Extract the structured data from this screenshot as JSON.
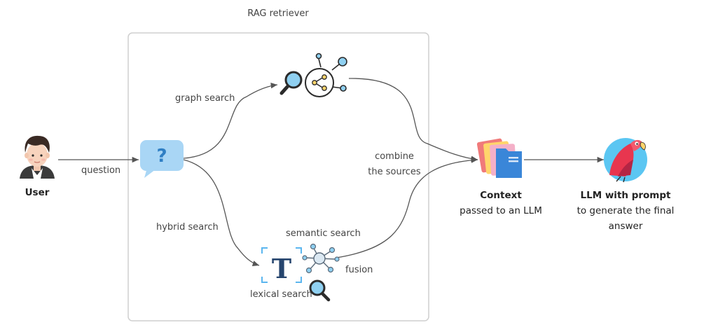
{
  "retriever_title": "RAG retriever",
  "nodes": {
    "user": "User",
    "context_line1": "Context",
    "context_line2": "passed to an LLM",
    "llm_line1": "LLM with prompt",
    "llm_line2": "to generate the final answer",
    "question_mark": "?",
    "lexical_letter": "T"
  },
  "edges": {
    "question": "question",
    "graph_search": "graph search",
    "hybrid_search": "hybrid search",
    "combine_line1": "combine",
    "combine_line2": "the sources",
    "semantic_search": "semantic search",
    "lexical_search": "lexical search",
    "fusion": "fusion"
  },
  "icons": [
    "person-avatar-icon",
    "question-bubble-icon",
    "graph-network-icon",
    "magnifier-icon",
    "text-t-icon",
    "embedding-hub-icon",
    "folders-icon",
    "parrot-icon"
  ],
  "colors": {
    "box_border": "#cfcfcf",
    "arrow": "#555555",
    "bubble": "#a9d6f5",
    "question_mark": "#2f7fc4",
    "node_blue": "#8fd0f1",
    "folder_red": "#f07a7a",
    "folder_yellow": "#ffd56b",
    "folder_blue": "#3a86d8",
    "parrot_red": "#e8364f",
    "parrot_bg": "#5bc6f2"
  }
}
